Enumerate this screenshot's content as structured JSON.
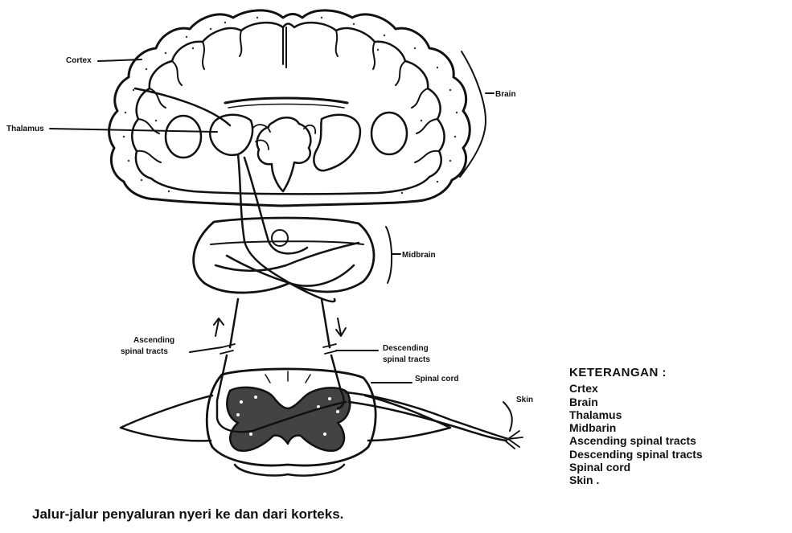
{
  "labels": {
    "cortex": "Cortex",
    "brain": "Brain",
    "thalamus": "Thalamus",
    "midbrain": "Midbrain",
    "ascending": [
      "Ascending",
      "spinal tracts"
    ],
    "descending": [
      "Descending",
      "spinal tracts"
    ],
    "spinal_cord": "Spinal cord",
    "skin": "Skin"
  },
  "legend": {
    "title": "KETERANGAN :",
    "items": [
      "Crtex",
      "Brain",
      "Thalamus",
      "Midbarin",
      "Ascending spinal tracts",
      "Descending spinal tracts",
      "Spinal cord",
      "Skin ."
    ]
  },
  "caption": "Jalur-jalur penyaluran nyeri ke dan dari korteks."
}
